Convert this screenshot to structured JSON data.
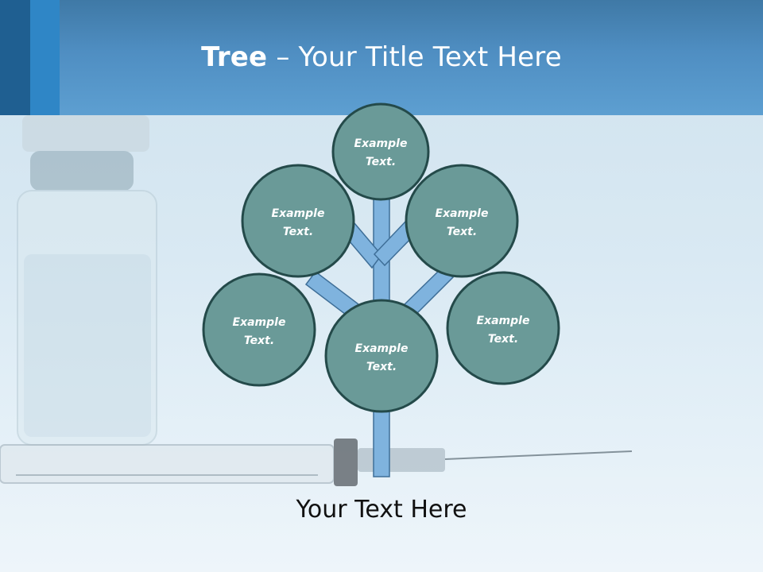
{
  "title": {
    "bold": "Tree",
    "rest": " – Your Title Text Here"
  },
  "diagram": {
    "nodes": [
      {
        "label": [
          "Example",
          "Text."
        ]
      },
      {
        "label": [
          "Example",
          "Text."
        ]
      },
      {
        "label": [
          "Example",
          "Text."
        ]
      },
      {
        "label": [
          "Example",
          "Text."
        ]
      },
      {
        "label": [
          "Example",
          "Text."
        ]
      },
      {
        "label": [
          "Example",
          "Text."
        ]
      }
    ]
  },
  "footer": {
    "text": "Your Text Here"
  },
  "colors": {
    "header": "#4f8ec2",
    "stripe_dark": "#1f5f91",
    "stripe_mid": "#2f86c6",
    "node_fill": "#6a9a98",
    "node_stroke": "#244a4a",
    "branch_fill": "#7fb3de",
    "branch_stroke": "#3f6f98"
  }
}
